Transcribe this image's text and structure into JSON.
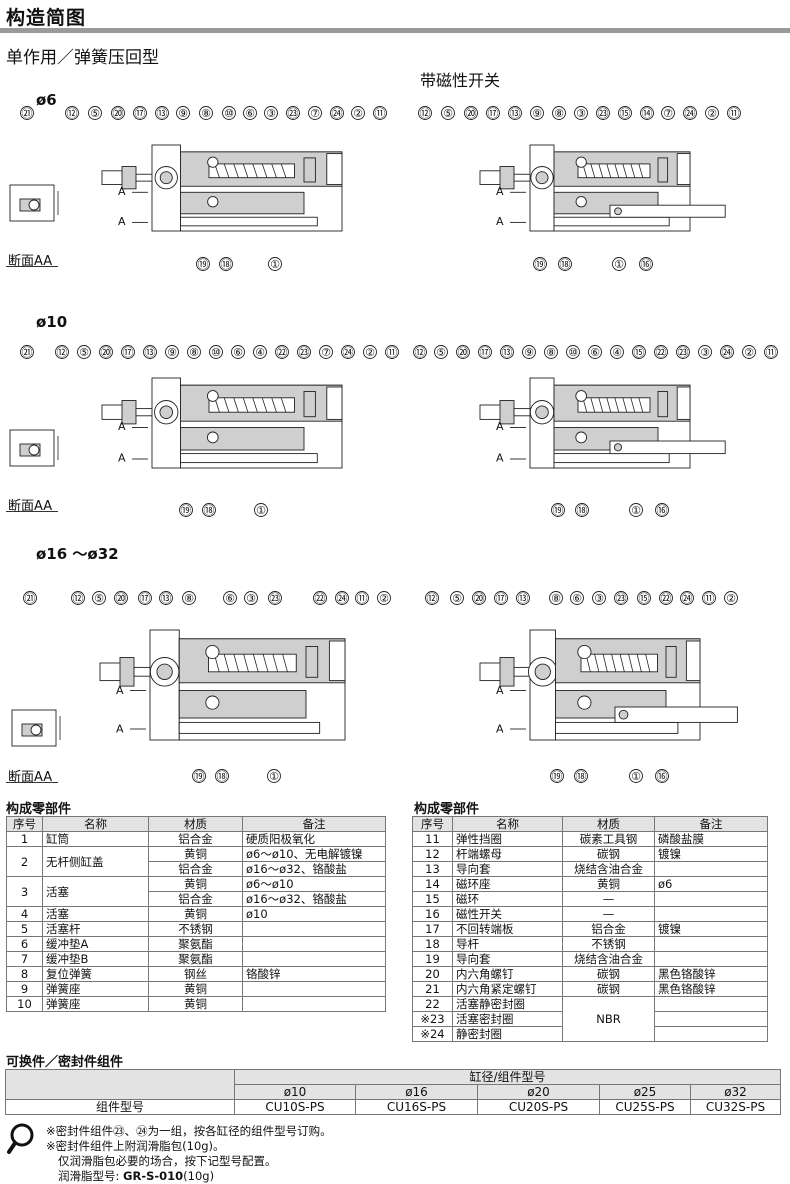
{
  "header": {
    "title": "构造简图",
    "subtitle": "单作用／弹簧压回型"
  },
  "labels": {
    "d6": "ø6",
    "d10": "ø10",
    "d16_32": "ø16 ～ø32",
    "with_switch": "带磁性开关",
    "section_aa": "断面AA",
    "arrow_a": "A"
  },
  "balloons": {
    "d6_left_top": [
      "㉑",
      "⑫",
      "⑤",
      "⑳",
      "⑰",
      "⑬",
      "⑨",
      "⑧",
      "⑩",
      "⑥",
      "③",
      "㉓",
      "⑦",
      "㉔",
      "②",
      "⑪"
    ],
    "d6_left_bottom": [
      "⑲",
      "⑱",
      "①"
    ],
    "d6_right_top": [
      "⑫",
      "⑤",
      "⑳",
      "⑰",
      "⑬",
      "⑨",
      "⑧",
      "③",
      "㉓",
      "⑮",
      "⑭",
      "⑦",
      "㉔",
      "②",
      "⑪"
    ],
    "d6_right_bottom": [
      "⑲",
      "⑱",
      "①",
      "⑯"
    ],
    "d10_left_top": [
      "㉑",
      "⑫",
      "⑤",
      "⑳",
      "⑰",
      "⑬",
      "⑨",
      "⑧",
      "⑩",
      "⑥",
      "④",
      "㉒",
      "㉓",
      "⑦",
      "㉔",
      "②",
      "⑪"
    ],
    "d10_left_bottom": [
      "⑲",
      "⑱",
      "①"
    ],
    "d10_right_top": [
      "⑫",
      "⑤",
      "⑳",
      "⑰",
      "⑬",
      "⑨",
      "⑧",
      "⑩",
      "⑥",
      "④",
      "⑮",
      "㉒",
      "㉓",
      "③",
      "㉔",
      "②",
      "⑪"
    ],
    "d10_right_bottom": [
      "⑲",
      "⑱",
      "①",
      "⑯"
    ],
    "d16_left_top": [
      "㉑",
      "⑫",
      "⑤",
      "⑳",
      "⑰",
      "⑬",
      "⑧",
      "⑥",
      "③",
      "㉓",
      "㉒",
      "㉔",
      "⑪",
      "②"
    ],
    "d16_left_bottom": [
      "⑲",
      "⑱",
      "①"
    ],
    "d16_right_top": [
      "⑫",
      "⑤",
      "⑳",
      "⑰",
      "⑬",
      "⑧",
      "⑥",
      "③",
      "㉓",
      "⑮",
      "㉒",
      "㉔",
      "⑪",
      "②"
    ],
    "d16_right_bottom": [
      "⑲",
      "⑱",
      "①",
      "⑯"
    ]
  },
  "parts_left": {
    "title": "构成零部件",
    "headers": [
      "序号",
      "名称",
      "材质",
      "备注"
    ],
    "rows": [
      {
        "no": "1",
        "name": "缸筒",
        "mat": "铝合金",
        "note": "硬质阳极氧化"
      },
      {
        "no": "2",
        "name": "无杆侧缸盖",
        "subs": [
          {
            "mat": "黄铜",
            "note": "ø6～ø10、无电解镀镍"
          },
          {
            "mat": "铝合金",
            "note": "ø16～ø32、铬酸盐"
          }
        ]
      },
      {
        "no": "3",
        "name": "活塞",
        "subs": [
          {
            "mat": "黄铜",
            "note": "ø6～ø10"
          },
          {
            "mat": "铝合金",
            "note": "ø16～ø32、铬酸盐"
          }
        ]
      },
      {
        "no": "4",
        "name": "活塞",
        "mat": "黄铜",
        "note": "ø10"
      },
      {
        "no": "5",
        "name": "活塞杆",
        "mat": "不锈钢",
        "note": ""
      },
      {
        "no": "6",
        "name": "缓冲垫A",
        "mat": "聚氨酯",
        "note": ""
      },
      {
        "no": "7",
        "name": "缓冲垫B",
        "mat": "聚氨酯",
        "note": ""
      },
      {
        "no": "8",
        "name": "复位弹簧",
        "mat": "钢丝",
        "note": "铬酸锌"
      },
      {
        "no": "9",
        "name": "弹簧座",
        "mat": "黄铜",
        "note": ""
      },
      {
        "no": "10",
        "name": "弹簧座",
        "mat": "黄铜",
        "note": ""
      }
    ]
  },
  "parts_right": {
    "title": "构成零部件",
    "headers": [
      "序号",
      "名称",
      "材质",
      "备注"
    ],
    "rows": [
      {
        "no": "11",
        "name": "弹性挡圈",
        "mat": "碳素工具钢",
        "note": "磷酸盐膜"
      },
      {
        "no": "12",
        "name": "杆端螺母",
        "mat": "碳钢",
        "note": "镀镍"
      },
      {
        "no": "13",
        "name": "导向套",
        "mat": "烧结含油合金",
        "note": ""
      },
      {
        "no": "14",
        "name": "磁环座",
        "mat": "黄铜",
        "note": "ø6"
      },
      {
        "no": "15",
        "name": "磁环",
        "mat": "—",
        "note": ""
      },
      {
        "no": "16",
        "name": "磁性开关",
        "mat": "—",
        "note": ""
      },
      {
        "no": "17",
        "name": "不回转端板",
        "mat": "铝合金",
        "note": "镀镍"
      },
      {
        "no": "18",
        "name": "导杆",
        "mat": "不锈钢",
        "note": ""
      },
      {
        "no": "19",
        "name": "导向套",
        "mat": "烧结含油合金",
        "note": ""
      },
      {
        "no": "20",
        "name": "内六角螺钉",
        "mat": "碳钢",
        "note": "黑色铬酸锌"
      },
      {
        "no": "21",
        "name": "内六角紧定螺钉",
        "mat": "碳钢",
        "note": "黑色铬酸锌"
      },
      {
        "no": "22",
        "name": "活塞静密封圈",
        "mat": "",
        "note": ""
      },
      {
        "no": "※23",
        "name": "活塞密封圈",
        "mat": "",
        "note": ""
      },
      {
        "no": "※24",
        "name": "静密封圈",
        "mat": "",
        "note": ""
      }
    ],
    "nbr": "NBR"
  },
  "seal": {
    "title": "可换件／密封件组件",
    "group_header": "缸径/组件型号",
    "row_label": "组件型号",
    "bores": [
      "ø10",
      "ø16",
      "ø20",
      "ø25",
      "ø32"
    ],
    "models": [
      "CU10S-PS",
      "CU16S-PS",
      "CU20S-PS",
      "CU25S-PS",
      "CU32S-PS"
    ]
  },
  "notes": {
    "n1": "※密封件组件㉓、㉔为一组，按各缸径的组件型号订购。",
    "n2": "※密封件组件上附润滑脂包(10g)。",
    "n3": "仅润滑脂包必要的场合，按下记型号配置。",
    "n4_label": "润滑脂型号: ",
    "n4_value": "GR-S-010",
    "n4_suffix": "(10g)"
  }
}
